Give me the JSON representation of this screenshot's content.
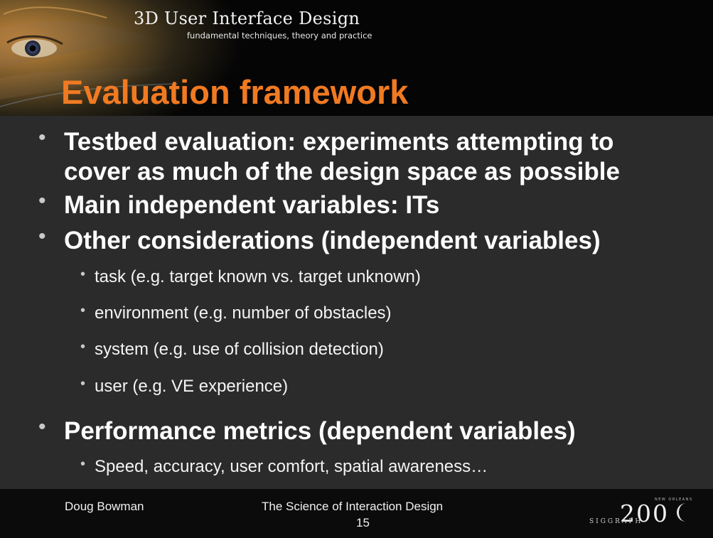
{
  "header": {
    "brand_title": "3D User Interface Design",
    "brand_subtitle": "fundamental techniques, theory and practice",
    "slide_title": "Evaluation framework"
  },
  "bullets": [
    {
      "level": 1,
      "lines": [
        "Testbed evaluation: experiments attempting to",
        "cover as much of the design space as possible"
      ]
    },
    {
      "level": 1,
      "lines": [
        "Main independent variables: ITs"
      ]
    },
    {
      "level": 1,
      "lines": [
        "Other considerations (independent variables)"
      ]
    },
    {
      "level": 2,
      "lines": [
        "task (e.g. target known vs. target unknown)"
      ]
    },
    {
      "level": 2,
      "lines": [
        "environment (e.g. number of obstacles)"
      ]
    },
    {
      "level": 2,
      "lines": [
        "system (e.g. use of collision detection)"
      ]
    },
    {
      "level": 2,
      "lines": [
        "user (e.g. VE experience)"
      ]
    },
    {
      "level": 1,
      "lines": [
        "Performance metrics (dependent variables)"
      ]
    },
    {
      "level": 2,
      "lines": [
        "Speed, accuracy, user comfort, spatial awareness…"
      ]
    }
  ],
  "footer": {
    "author": "Doug Bowman",
    "course": "The Science of Interaction Design",
    "page_number": "15",
    "logo_year": "200",
    "logo_text": "SIGGRAPH",
    "logo_location": "NEW ORLEANS"
  },
  "colors": {
    "title_accent": "#f07a22",
    "content_background": "#2b2b2b",
    "header_background": "#050505",
    "text": "#ffffff"
  },
  "icons": {
    "header_art": "eye-feather-artwork",
    "bullet": "bullet-dot-icon",
    "logo_crescent": "crescent-moon-icon"
  }
}
